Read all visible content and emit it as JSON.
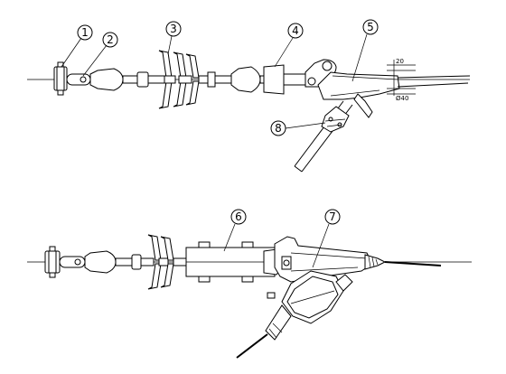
{
  "callouts": {
    "c1": "1",
    "c2": "2",
    "c3": "3",
    "c4": "4",
    "c5": "5",
    "c6": "6",
    "c7": "7",
    "c8": "8"
  },
  "dimensions": {
    "d_top": "20",
    "d_bottom": "Ø40"
  }
}
